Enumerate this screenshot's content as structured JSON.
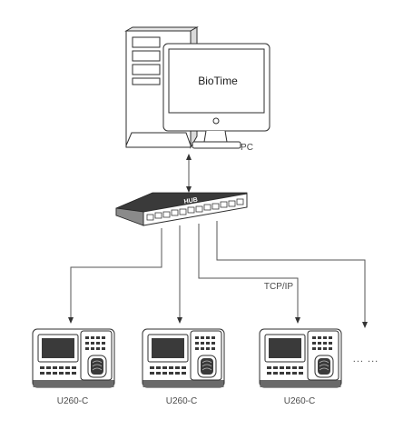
{
  "pc": {
    "app_label": "BioTime",
    "label": "PC"
  },
  "hub": {
    "label": "HUB"
  },
  "network": {
    "protocol_label": "TCP/IP"
  },
  "devices": [
    {
      "label": "U260-C"
    },
    {
      "label": "U260-C"
    },
    {
      "label": "U260-C"
    }
  ],
  "more_devices_label": "... ..."
}
